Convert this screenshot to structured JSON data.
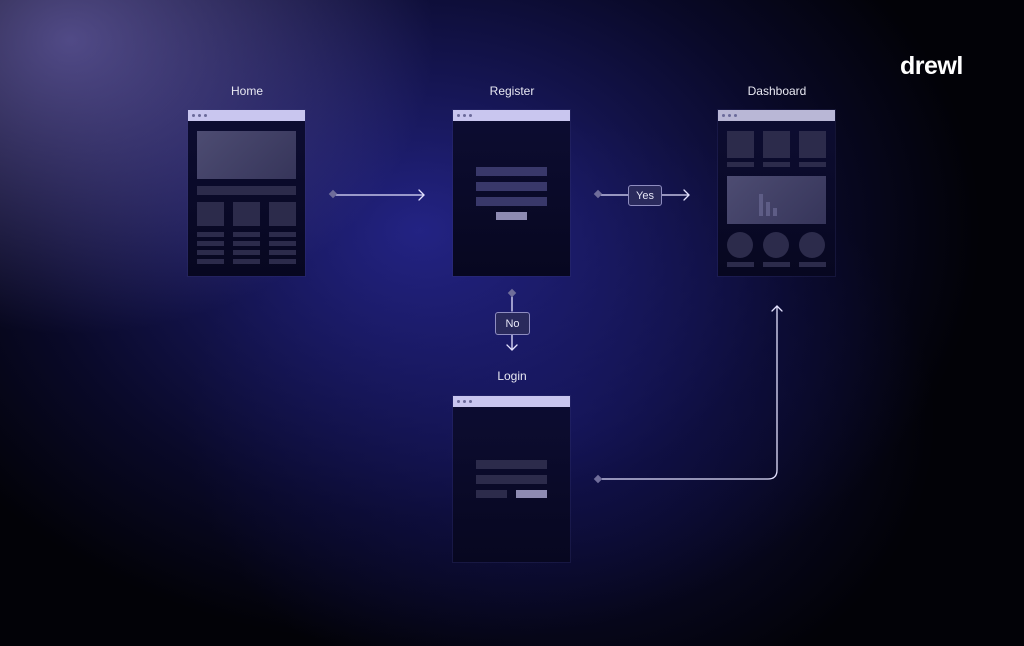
{
  "brand": {
    "logo": "drewl"
  },
  "screens": {
    "home": {
      "label": "Home"
    },
    "register": {
      "label": "Register"
    },
    "dashboard": {
      "label": "Dashboard"
    },
    "login": {
      "label": "Login"
    }
  },
  "connectors": {
    "yes_label": "Yes",
    "no_label": "No"
  },
  "colors": {
    "frame_bar": "#c9c6ef",
    "connector": "#e4e2ff",
    "background": "#020207"
  }
}
